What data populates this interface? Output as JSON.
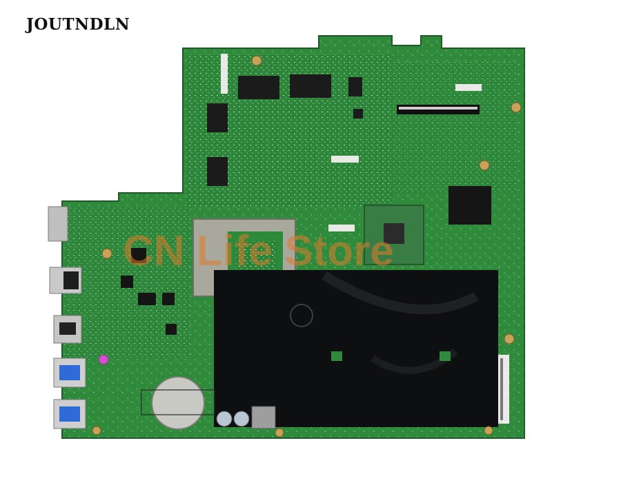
{
  "brand": {
    "title": "JOUTNDLN"
  },
  "watermark": {
    "text": "CN Life Store",
    "color": "#e07a2c"
  },
  "image": {
    "subject": "laptop-motherboard"
  },
  "colors": {
    "pcb_green": "#2f8a3c",
    "pcb_dark": "#1f6b2c",
    "heatsink_black": "#0d0f10",
    "metal_plate": "#9a9a8f",
    "usb_blue": "#2e6bd6"
  }
}
